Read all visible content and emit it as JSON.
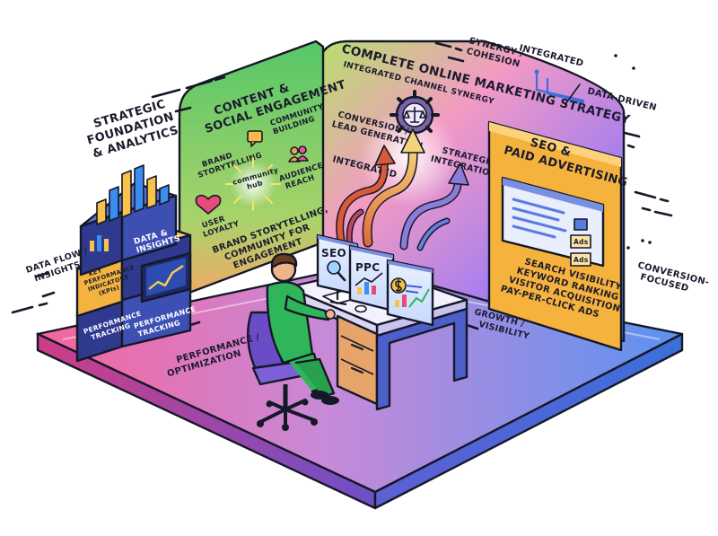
{
  "colors": {
    "floor_left": "#f25fa0",
    "floor_mid": "#b58be8",
    "floor_right": "#5a90f0",
    "wall_green": "#5cc96a",
    "wall_purple": "#b48df0",
    "seo_panel": "#f5b23c",
    "person_shirt": "#2fb65a",
    "chair": "#6a4cc7",
    "ink": "#151826"
  },
  "left_section": {
    "title_lines": [
      "STRATEGIC",
      "FOUNDATION",
      "& ANALYTICS"
    ],
    "data_insights_lines": [
      "DATA &",
      "INSIGHTS"
    ],
    "kpi_lines": [
      "KEY",
      "PERFORMANCE",
      "INDICATORS",
      "(KPIs)"
    ],
    "performance_tracking_left": [
      "PERFORMANCE",
      "TRACKING"
    ],
    "performance_tracking_right": [
      "PERFORMANCE",
      "TRACKING"
    ],
    "data_flow_lines": [
      "DATA FLOW /",
      "INSIGHTS"
    ]
  },
  "content_panel": {
    "title_lines": [
      "CONTENT &",
      "SOCIAL ENGAGEMENT"
    ],
    "community_building": [
      "COMMUNITY",
      "BUILDING"
    ],
    "brand_storytelling": [
      "BRAND",
      "STORYTELLING"
    ],
    "hub_lines": [
      "community",
      "hub"
    ],
    "audience_reach": [
      "AUDIENCE",
      "REACH"
    ],
    "user_loyalty": [
      "USER",
      "LOYALTY"
    ],
    "footer_lines": [
      "BRAND STORYTELLING,",
      "COMMUNITY FOR",
      "ENGAGEMENT"
    ]
  },
  "back_wall": {
    "title": "COMPLETE ONLINE MARKETING STRATEGY",
    "subtitle": "INTEGRATED CHANNEL SYNERGY",
    "conversion": [
      "CONVERSION /",
      "LEAD GENERATION"
    ],
    "integrated": "INTEGRATED",
    "strategic_integration": [
      "STRATEGIC",
      "INTEGRATION"
    ],
    "growth": [
      "GROWTH /",
      "VISIBILITY"
    ]
  },
  "seo_panel": {
    "title_lines": [
      "SEO &",
      "PAID ADVERTISING"
    ],
    "ads_badges": [
      "Ads",
      "Ads"
    ],
    "list": [
      "SEARCH VISIBILITY",
      "KEYWORD RANKING",
      "VISITOR ACQUISITION",
      "PAY-PER-CLICK ADS"
    ]
  },
  "monitors": [
    "SEO",
    "PPC"
  ],
  "floor_caption": [
    "PERFORMANCE /",
    "OPTIMIZATION"
  ],
  "right_labels": {
    "synergy": [
      "SYNERGY /",
      "COHESION"
    ],
    "integrated": "INTEGRATED",
    "data_driven": "DATA-DRIVEN",
    "conversion_focused": [
      "CONVERSION-",
      "FOCUSED"
    ]
  }
}
